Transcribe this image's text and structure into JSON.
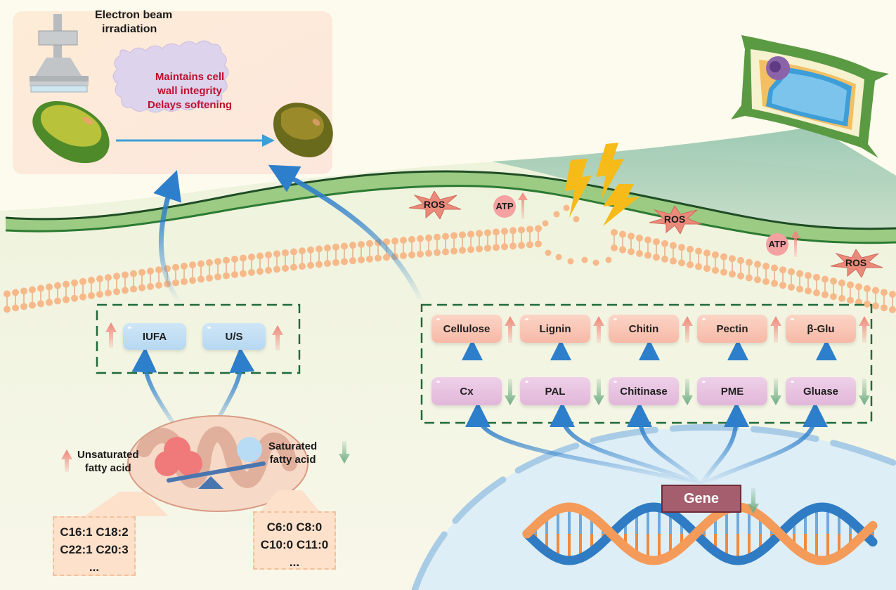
{
  "treatment": {
    "label_line1": "Electron beam",
    "label_line2": "irradiation",
    "effect_lines": [
      "Maintains cell",
      "wall integrity",
      "Delays softening"
    ]
  },
  "membrane_markers": {
    "ros": [
      "ROS",
      "ROS",
      "ROS"
    ],
    "atp": [
      "ATP",
      "ATP"
    ],
    "atp_trend": "up"
  },
  "fatty_acid_panel": {
    "indices": [
      {
        "label": "IUFA",
        "trend": "up"
      },
      {
        "label": "U/S",
        "trend": "up"
      }
    ],
    "unsaturated": {
      "label_line1": "Unsaturated",
      "label_line2": "fatty acid",
      "trend": "up",
      "examples": [
        "C16:1 C18:2",
        "C22:1 C20:3",
        "..."
      ]
    },
    "saturated": {
      "label_line1": "Saturated",
      "label_line2": "fatty acid",
      "trend": "down",
      "examples": [
        "C6:0 C8:0",
        "C10:0 C11:0",
        "..."
      ]
    }
  },
  "cell_wall_panel": {
    "components": [
      {
        "label": "Cellulose",
        "trend": "up"
      },
      {
        "label": "Lignin",
        "trend": "up"
      },
      {
        "label": "Chitin",
        "trend": "up"
      },
      {
        "label": "Pectin",
        "trend": "up"
      },
      {
        "label": "β-Glu",
        "trend": "up"
      }
    ],
    "enzymes": [
      {
        "label": "Cx",
        "trend": "down"
      },
      {
        "label": "PAL",
        "trend": "down"
      },
      {
        "label": "Chitinase",
        "trend": "down"
      },
      {
        "label": "PME",
        "trend": "down"
      },
      {
        "label": "Gluase",
        "trend": "down"
      }
    ]
  },
  "gene": {
    "label": "Gene",
    "trend": "down"
  },
  "colors": {
    "up_arrow": "#f0877a",
    "down_arrow": "#6fae84",
    "flow_arrow": "#2e7fcb",
    "dashed_frame": "#1f6b3a",
    "effect_text": "#c0102e"
  }
}
